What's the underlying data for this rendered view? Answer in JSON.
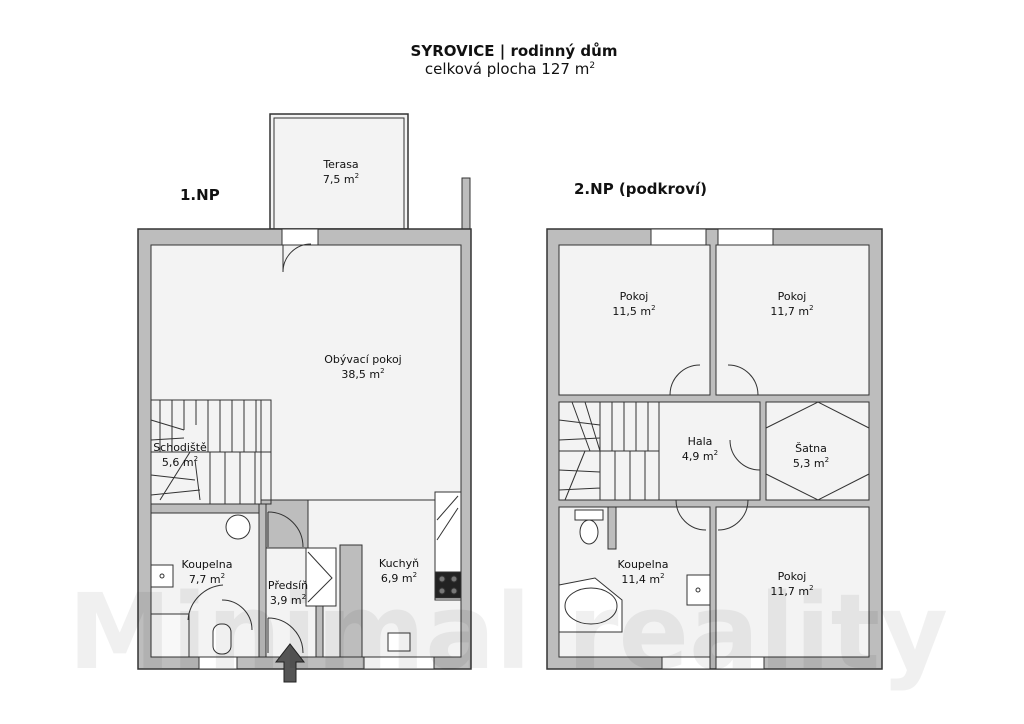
{
  "header": {
    "title": "SYROVICE | rodinný dům",
    "subtitle": "celková plocha 127 m",
    "subtitle_sup": "2"
  },
  "floor1": {
    "label": "1.NP",
    "rooms": {
      "terasa": {
        "name": "Terasa",
        "area": "7,5 m",
        "sup": "2"
      },
      "obyvaci": {
        "name": "Obývací pokoj",
        "area": "38,5 m",
        "sup": "2"
      },
      "schodiste": {
        "name": "Schodiště",
        "area": "5,6 m",
        "sup": "2"
      },
      "koupelna": {
        "name": "Koupelna",
        "area": "7,7 m",
        "sup": "2"
      },
      "predsin": {
        "name": "Předsíň",
        "area": "3,9 m",
        "sup": "2"
      },
      "kuchyn": {
        "name": "Kuchyň",
        "area": "6,9 m",
        "sup": "2"
      }
    }
  },
  "floor2": {
    "label": "2.NP (podkroví)",
    "rooms": {
      "pokoj1": {
        "name": "Pokoj",
        "area": "11,5 m",
        "sup": "2"
      },
      "pokoj2": {
        "name": "Pokoj",
        "area": "11,7 m",
        "sup": "2"
      },
      "hala": {
        "name": "Hala",
        "area": "4,9 m",
        "sup": "2"
      },
      "satna": {
        "name": "Šatna",
        "area": "5,3 m",
        "sup": "2"
      },
      "koupelna": {
        "name": "Koupelna",
        "area": "11,4 m",
        "sup": "2"
      },
      "pokoj3": {
        "name": "Pokoj",
        "area": "11,7 m",
        "sup": "2"
      }
    }
  },
  "watermark": "Minimal reality",
  "colors": {
    "wall": "#bdbdbd",
    "floor": "#f3f3f3",
    "line": "#333333"
  }
}
